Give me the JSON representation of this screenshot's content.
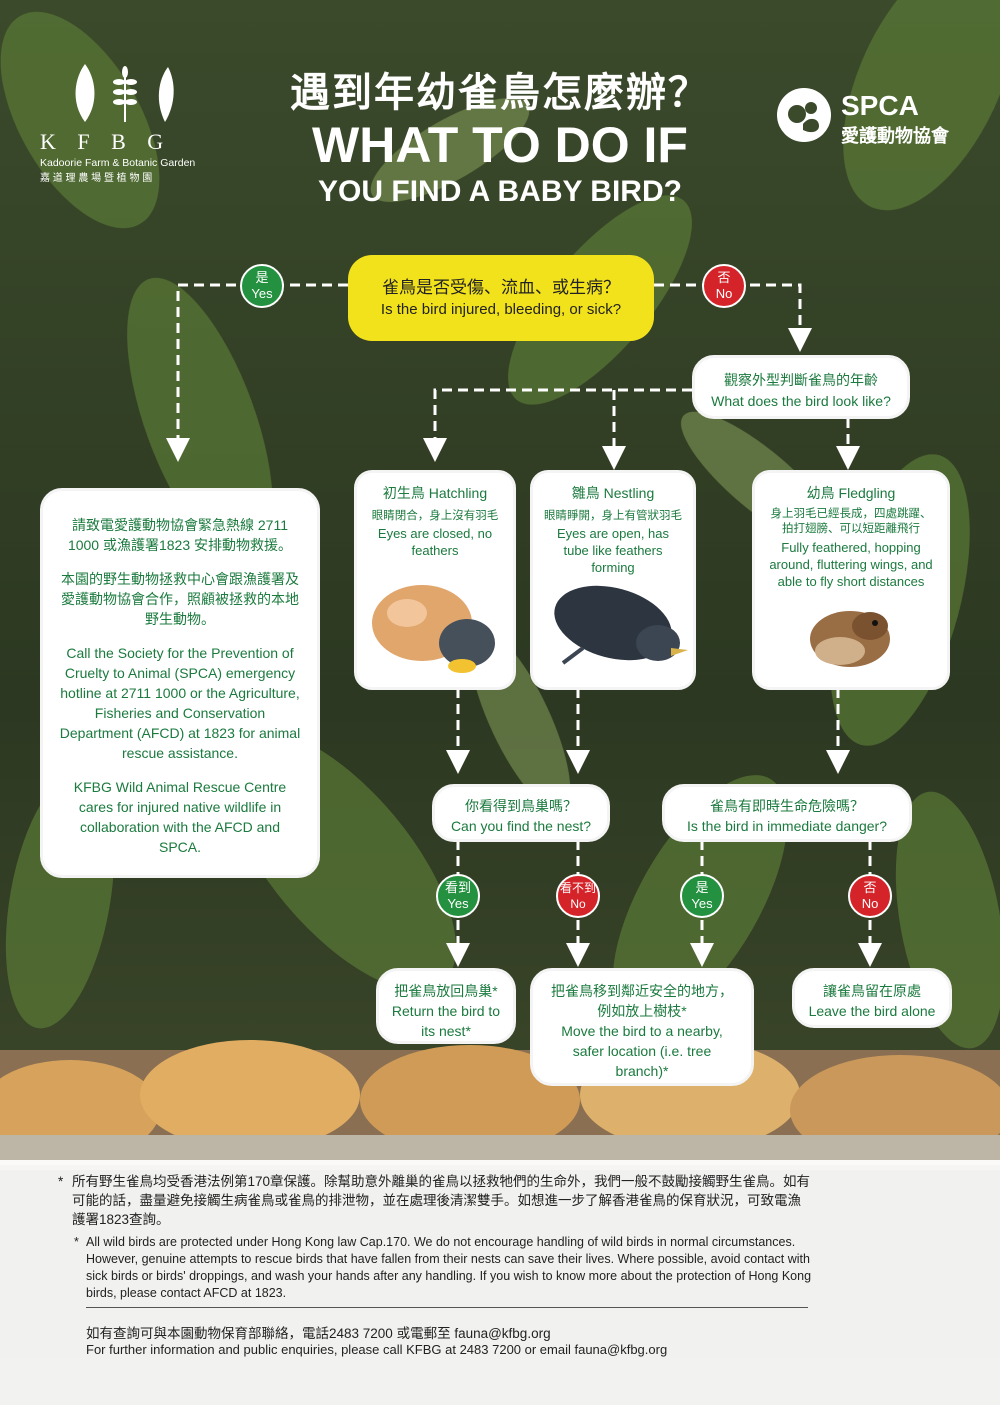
{
  "header": {
    "title_zh": "遇到年幼雀鳥怎麼辦？",
    "title_en_line1": "WHAT TO DO IF",
    "title_en_line2": "YOU FIND A BABY BIRD?",
    "kfbg_letters": "K F B G",
    "kfbg_name_en": "Kadoorie Farm & Botanic Garden",
    "kfbg_name_zh": "嘉 道 理 農 場 暨 植 物 園",
    "spca_name": "SPCA",
    "spca_name_zh": "愛護動物協會"
  },
  "flow": {
    "q_injured": {
      "zh": "雀鳥是否受傷、流血、或生病？",
      "en": "Is the bird injured, bleeding, or sick?"
    },
    "yes_1": {
      "zh": "是",
      "en": "Yes"
    },
    "no_1": {
      "zh": "否",
      "en": "No"
    },
    "q_look": {
      "zh": "觀察外型判斷雀鳥的年齡",
      "en": "What does the bird look like?"
    },
    "rescue": {
      "zh1": "請致電愛護動物協會緊急熱線 2711 1000 或漁護署1823 安排動物救援。",
      "zh2": "本園的野生動物拯救中心會跟漁護署及愛護動物協會合作，照顧被拯救的本地野生動物。",
      "en1": "Call the Society for the Prevention of Cruelty to Animal (SPCA) emergency hotline at 2711 1000 or the Agriculture, Fisheries and Conservation Department (AFCD) at 1823 for animal rescue assistance.",
      "en2": "KFBG Wild Animal Rescue Centre cares for injured native wildlife in collaboration with the AFCD and SPCA."
    },
    "hatchling": {
      "title": "初生鳥 Hatchling",
      "zh": "眼睛閉合，身上沒有羽毛",
      "en": "Eyes are closed, no feathers"
    },
    "nestling": {
      "title": "雛鳥 Nestling",
      "zh": "眼睛睜開，身上有管狀羽毛",
      "en": "Eyes are open, has tube like feathers forming"
    },
    "fledgling": {
      "title": "幼鳥 Fledgling",
      "zh": "身上羽毛已經長成，四處跳躍、拍打翅膀、可以短距離飛行",
      "en": "Fully feathered, hopping around, fluttering wings, and able to fly short distances"
    },
    "q_nest": {
      "zh": "你看得到鳥巢嗎？",
      "en": "Can you find the nest?"
    },
    "q_danger": {
      "zh": "雀鳥有即時生命危險嗎？",
      "en": "Is the bird in immediate danger?"
    },
    "nest_yes": {
      "zh": "看到",
      "en": "Yes"
    },
    "nest_no": {
      "zh": "看不到",
      "en": "No"
    },
    "danger_yes": {
      "zh": "是",
      "en": "Yes"
    },
    "danger_no": {
      "zh": "否",
      "en": "No"
    },
    "return_nest": {
      "zh": "把雀鳥放回鳥巢*",
      "en": "Return the bird to its nest*"
    },
    "move_bird": {
      "zh": "把雀鳥移到鄰近安全的地方，例如放上樹枝*",
      "en": "Move the bird to a nearby, safer location (i.e. tree branch)*"
    },
    "leave_alone": {
      "zh": "讓雀鳥留在原處",
      "en": "Leave the bird alone"
    }
  },
  "footer": {
    "note_zh": "所有野生雀鳥均受香港法例第170章保護。除幫助意外離巢的雀鳥以拯救牠們的生命外，我們一般不鼓勵接觸野生雀鳥。如有可能的話，盡量避免接觸生病雀鳥或雀鳥的排泄物，並在處理後清潔雙手。如想進一步了解香港雀鳥的保育狀況，可致電漁護署1823查詢。",
    "note_en": "All wild birds are protected under Hong Kong law Cap.170. We do not encourage handling of wild birds in normal circumstances. However, genuine attempts to rescue birds that have fallen from their nests can save their lives. Where possible, avoid contact with sick birds or birds' droppings, and wash your hands after any handling. If you wish to know more about the protection of Hong Kong birds, please contact AFCD at 1823.",
    "contact_zh": "如有查詢可與本園動物保育部聯絡，電話2483 7200 或電郵至 fauna@kfbg.org",
    "contact_en": "For further information and public enquiries, please call KFBG at 2483 7200 or email fauna@kfbg.org"
  },
  "colors": {
    "green": "#1b7a3e",
    "yes": "#23913f",
    "no": "#d4242a",
    "question": "#f2e21c"
  },
  "icons": [
    "kfbg-logo",
    "spca-logo",
    "hatchling-photo",
    "nestling-photo",
    "fledgling-photo"
  ]
}
